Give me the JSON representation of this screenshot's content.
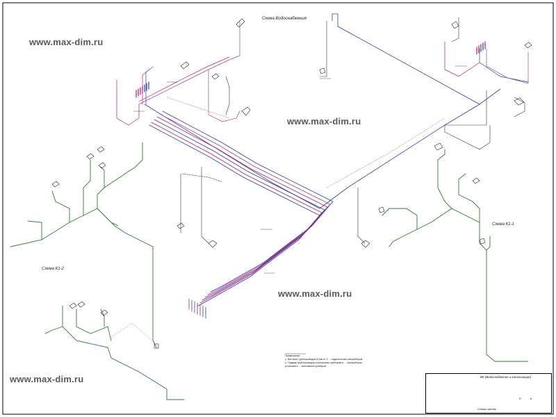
{
  "watermarks": [
    "www.max-dim.ru",
    "www.max-dim.ru",
    "www.max-dim.ru",
    "www.max-dim.ru"
  ],
  "schemes": {
    "water_supply": "Схема Водоснабжения",
    "k1_1": "Схема К1-1",
    "k1_2": "Схема К1-2"
  },
  "notes": {
    "heading": "Примечания:",
    "line1": "1.   Вентили трубопроводов Ø мм от ± ... подключения санприборов",
    "line2": "2.   Подвод трубопроводов к вытяжным приборам в ... санприборов",
    "line3": "     установить ... монтажных приборов"
  },
  "title_block": {
    "project": "ВК (Водоснабжение и канализация)",
    "sheet_name": "Схемы систем",
    "stage": "Р",
    "sheet": "6"
  },
  "colors": {
    "cold_water": "#2a3fb0",
    "hot_water": "#c2185b",
    "sewer": "#2e7d32",
    "outline": "#222222"
  }
}
